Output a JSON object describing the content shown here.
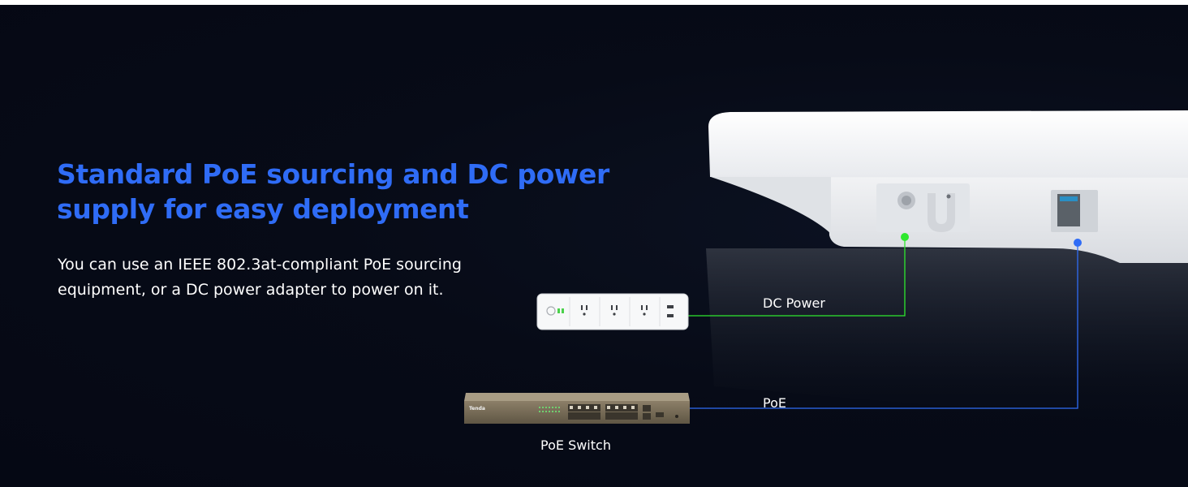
{
  "hero": {
    "title": "Standard PoE sourcing and DC power supply for easy deployment",
    "description": "You can use an IEEE 802.3at-compliant PoE sourcing equipment, or a DC power adapter to power on it."
  },
  "labels": {
    "dc_power": "DC Power",
    "poe": "PoE",
    "poe_switch": "PoE Switch"
  },
  "switch_brand": "Tenda",
  "colors": {
    "background": "#050814",
    "headline": "#2f6cf6",
    "dc_line": "#2ee82e",
    "poe_line": "#2f6cf6"
  }
}
